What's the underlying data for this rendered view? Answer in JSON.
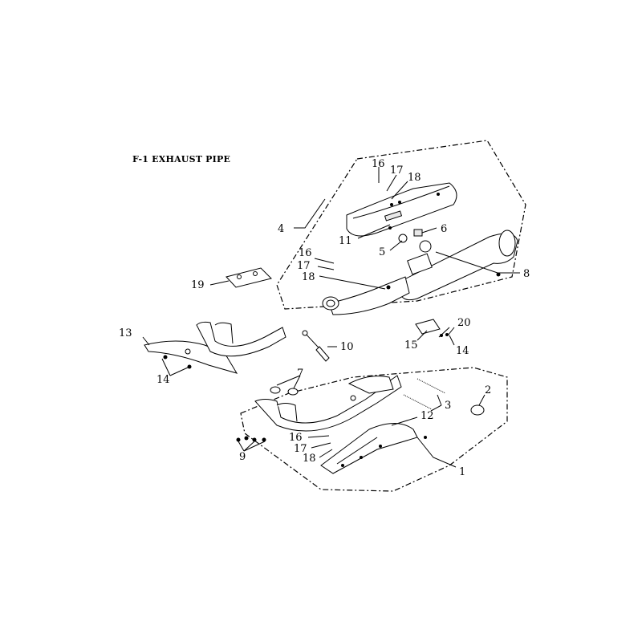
{
  "title": "F-1 EXHAUST PIPE",
  "callouts": {
    "c1": "1",
    "c2": "2",
    "c3": "3",
    "c4": "4",
    "c5": "5",
    "c6": "6",
    "c7": "7",
    "c8": "8",
    "c9": "9",
    "c10": "10",
    "c11": "11",
    "c12": "12",
    "c13": "13",
    "c14a": "14",
    "c14b": "14",
    "c15": "15",
    "c16a": "16",
    "c16b": "16",
    "c16c": "16",
    "c17a": "17",
    "c17b": "17",
    "c17c": "17",
    "c18a": "18",
    "c18b": "18",
    "c18c": "18",
    "c19": "19",
    "c20": "20"
  }
}
